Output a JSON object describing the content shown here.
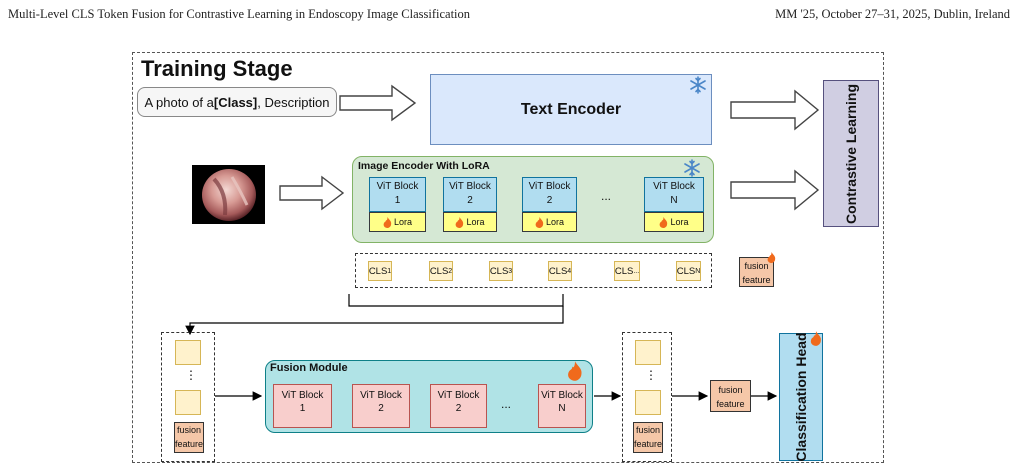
{
  "header": {
    "left": "Multi-Level CLS Token Fusion for Contrastive Learning in Endoscopy Image Classification",
    "right": "MM '25, October 27–31, 2025, Dublin, Ireland"
  },
  "stage_title": "Training Stage",
  "prompt": {
    "prefix": "A photo of a ",
    "class_token": "[Class]",
    "suffix": ", Description"
  },
  "text_encoder": "Text Encoder",
  "contrastive": "Contrastive Learning",
  "image_encoder": {
    "label": "Image Encoder With LoRA",
    "blocks": [
      {
        "name": "ViT Block",
        "index": "1",
        "lora": "Lora"
      },
      {
        "name": "ViT Block",
        "index": "2",
        "lora": "Lora"
      },
      {
        "name": "ViT Block",
        "index": "2",
        "lora": "Lora"
      },
      {
        "name": "ViT Block",
        "index": "N",
        "lora": "Lora"
      }
    ],
    "ellipsis": "..."
  },
  "cls_tokens": [
    {
      "base": "CLS",
      "sub": "1"
    },
    {
      "base": "CLS",
      "sub": "2"
    },
    {
      "base": "CLS",
      "sub": "3"
    },
    {
      "base": "CLS",
      "sub": "4"
    },
    {
      "base": "CLS",
      "sub": "..."
    },
    {
      "base": "CLS",
      "sub": "N"
    }
  ],
  "fusion_feature": {
    "line1": "fusion",
    "line2": "feature"
  },
  "fusion_module": {
    "label": "Fusion Module",
    "blocks": [
      {
        "name": "ViT Block",
        "index": "1"
      },
      {
        "name": "ViT Block",
        "index": "2"
      },
      {
        "name": "ViT Block",
        "index": "2"
      },
      {
        "name": "ViT Block",
        "index": "N"
      }
    ],
    "ellipsis": "..."
  },
  "vdots": "⋮",
  "classification_head": "Classification Head",
  "colors": {
    "text_encoder": "#dae8fc",
    "image_encoder": "#d5e8d4",
    "vit_block": "#b1ddf0",
    "lora": "#ffff88",
    "cls": "#fff2cc",
    "fusion_feature": "#f5c7a8",
    "fusion_module": "#b0e3e6",
    "fusion_block": "#f8cecc",
    "contrastive": "#d0cee2",
    "snowflake": "#4a86c8",
    "fire": "#f06a1c"
  },
  "icons": {
    "frozen": "snowflake-icon",
    "trainable": "fire-icon"
  }
}
